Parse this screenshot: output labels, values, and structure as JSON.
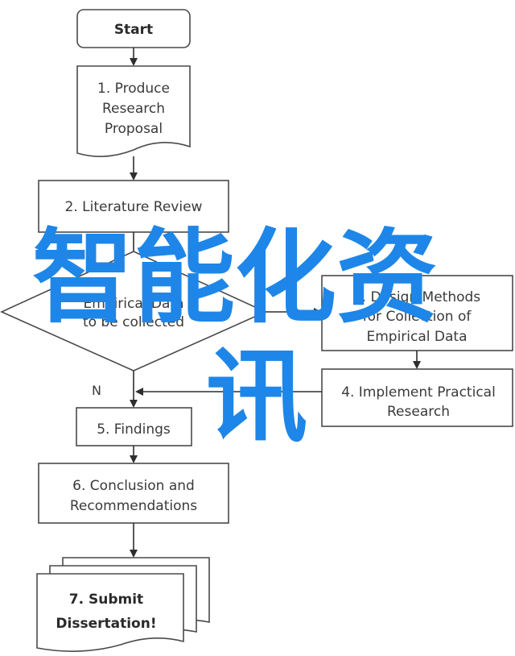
{
  "diagram": {
    "start": "Start",
    "step1": [
      "1. Produce",
      "Research",
      "Proposal"
    ],
    "step2": "2. Literature Review",
    "decision": [
      "Empirical Data",
      "to be collected"
    ],
    "step3": [
      "3. Design Methods",
      "for Collection of",
      "Empirical Data"
    ],
    "step4": [
      "4. Implement Practical",
      "Research"
    ],
    "step5": "5. Findings",
    "step6": [
      "6. Conclusion and",
      "Recommendations"
    ],
    "step7": [
      "7. Submit",
      "Dissertation!"
    ],
    "edge_no": "N"
  },
  "watermark": {
    "line1": "智能化资",
    "line2": "讯",
    "color": "#1e86e8"
  }
}
